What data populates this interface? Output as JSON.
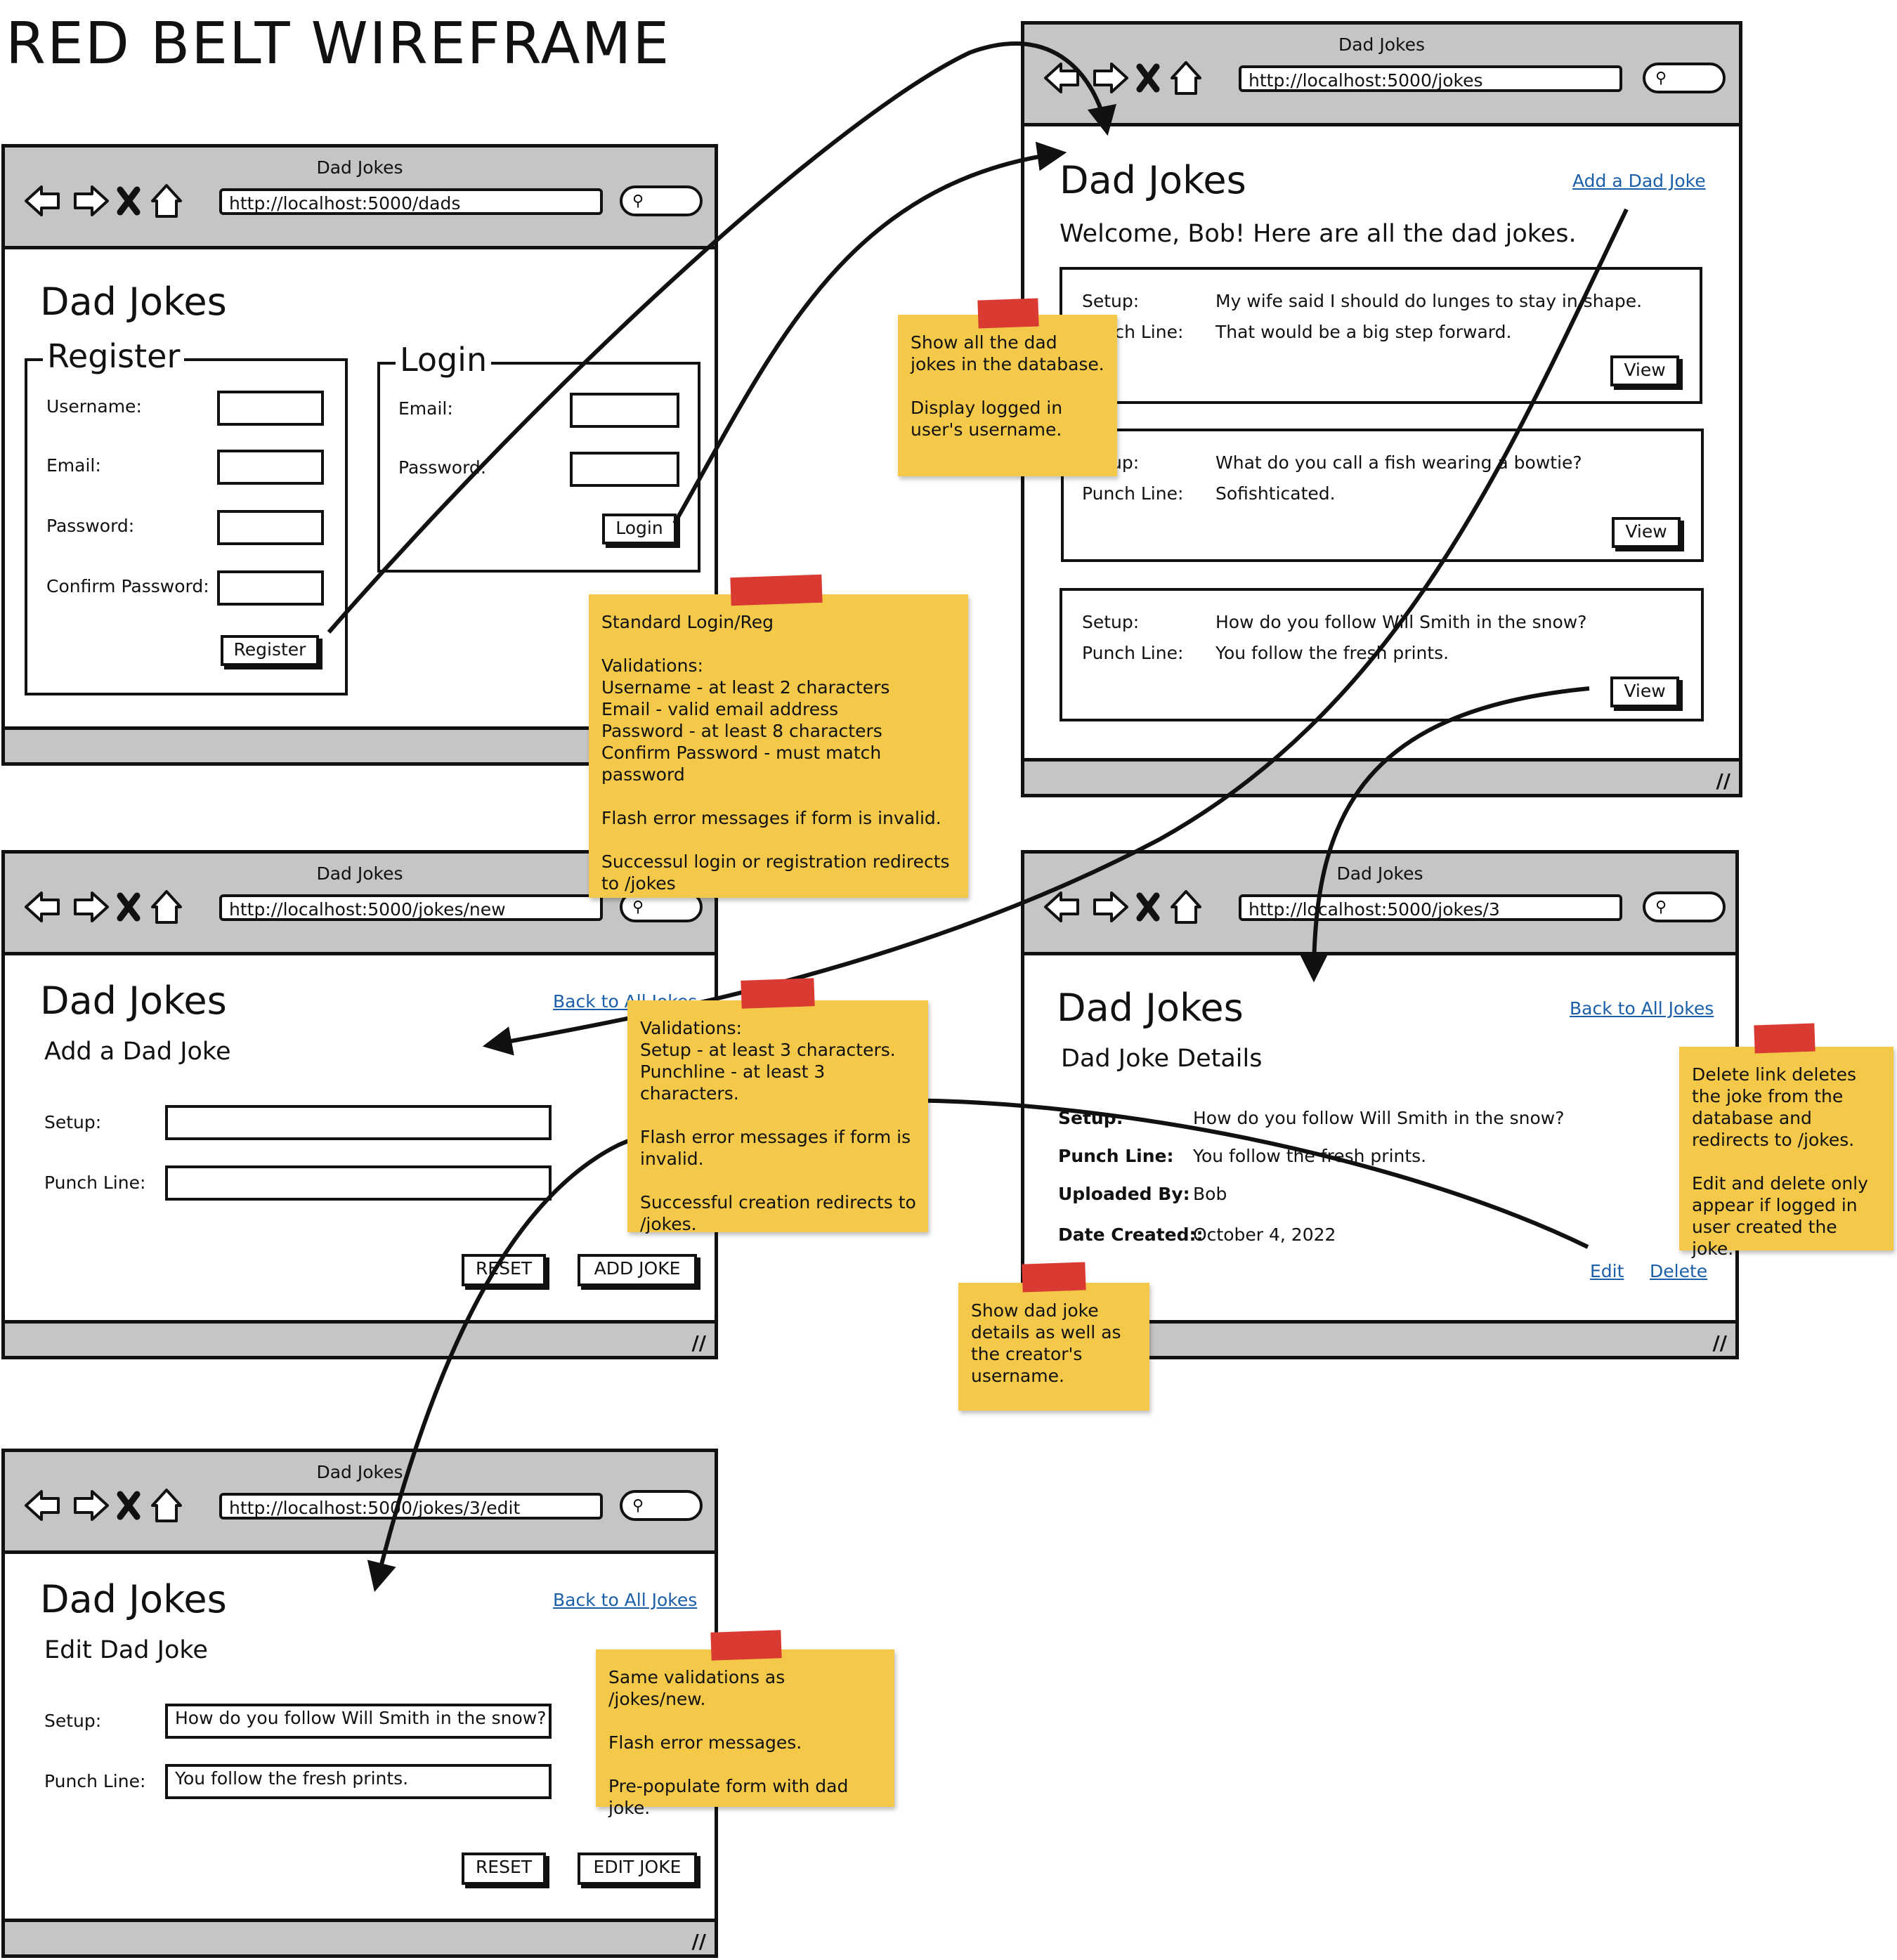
{
  "page_title": "RED BELT WIREFRAME",
  "windows": {
    "dads": {
      "title": "Dad Jokes",
      "url": "http://localhost:5000/dads",
      "app_title": "Dad Jokes",
      "register": {
        "legend": "Register",
        "username_label": "Username:",
        "email_label": "Email:",
        "password_label": "Password:",
        "confirm_label": "Confirm Password:",
        "button": "Register"
      },
      "login": {
        "legend": "Login",
        "email_label": "Email:",
        "password_label": "Password:",
        "button": "Login"
      }
    },
    "jokes": {
      "title": "Dad Jokes",
      "url": "http://localhost:5000/jokes",
      "app_title": "Dad Jokes",
      "add_link": "Add a Dad Joke",
      "welcome": "Welcome, Bob! Here are all the dad jokes.",
      "setup_label": "Setup:",
      "punch_label": "Punch Line:",
      "view_button": "View",
      "items": [
        {
          "setup": "My wife said I should do lunges to stay in shape.",
          "punch": "That would be a big step forward."
        },
        {
          "setup": "What do you call a fish wearing a bowtie?",
          "punch": "Sofishticated."
        },
        {
          "setup": "How do you follow Will Smith in the snow?",
          "punch": "You follow the fresh prints."
        }
      ]
    },
    "new": {
      "title": "Dad Jokes",
      "url": "http://localhost:5000/jokes/new",
      "app_title": "Dad Jokes",
      "back_link": "Back to All Jokes",
      "subtitle": "Add a Dad Joke",
      "setup_label": "Setup:",
      "punch_label": "Punch Line:",
      "reset_button": "RESET",
      "submit_button": "ADD JOKE"
    },
    "detail": {
      "title": "Dad Jokes",
      "url": "http://localhost:5000/jokes/3",
      "app_title": "Dad Jokes",
      "back_link": "Back to All Jokes",
      "subtitle": "Dad Joke Details",
      "setup_label": "Setup:",
      "setup_value": "How do you follow Will Smith in the snow?",
      "punch_label": "Punch Line:",
      "punch_value": "You follow the fresh prints.",
      "uploaded_label": "Uploaded By:",
      "uploaded_value": "Bob",
      "date_label": "Date Created::",
      "date_value": "October 4, 2022",
      "edit_link": "Edit",
      "delete_link": "Delete"
    },
    "edit": {
      "title": "Dad Jokes",
      "url": "http://localhost:5000/jokes/3/edit",
      "app_title": "Dad Jokes",
      "back_link": "Back to All Jokes",
      "subtitle": "Edit Dad Joke",
      "setup_label": "Setup:",
      "setup_value": "How do you follow Will Smith in the snow?",
      "punch_label": "Punch Line:",
      "punch_value": "You follow the fresh prints.",
      "reset_button": "RESET",
      "submit_button": "EDIT JOKE"
    }
  },
  "notes": {
    "jokes_list": "Show all the dad jokes in the database.\n\nDisplay logged in user's username.",
    "login_reg": "Standard Login/Reg\n\nValidations:\nUsername - at least 2 characters\nEmail - valid email address\nPassword - at least 8 characters\nConfirm Password - must match password\n\nFlash error messages if form is invalid.\n\nSuccessul login or registration redirects to /jokes",
    "new_joke": "Validations:\nSetup - at least 3 characters.\nPunchline - at least 3 characters.\n\nFlash error messages if form is invalid.\n\nSuccessful creation redirects to /jokes.",
    "details": "Show dad joke details as well as the creator's username.",
    "delete": "Delete link deletes the joke from the database and redirects to /jokes.\n\nEdit and delete only appear if logged in user created the joke.",
    "edit": "Same validations as /jokes/new.\n\nFlash error messages.\n\nPre-populate form with dad joke."
  },
  "colors": {
    "chrome": "#c5c5c5",
    "sticky": "#f4c94a",
    "tape": "#d93b32",
    "link": "#1b5fa8"
  }
}
